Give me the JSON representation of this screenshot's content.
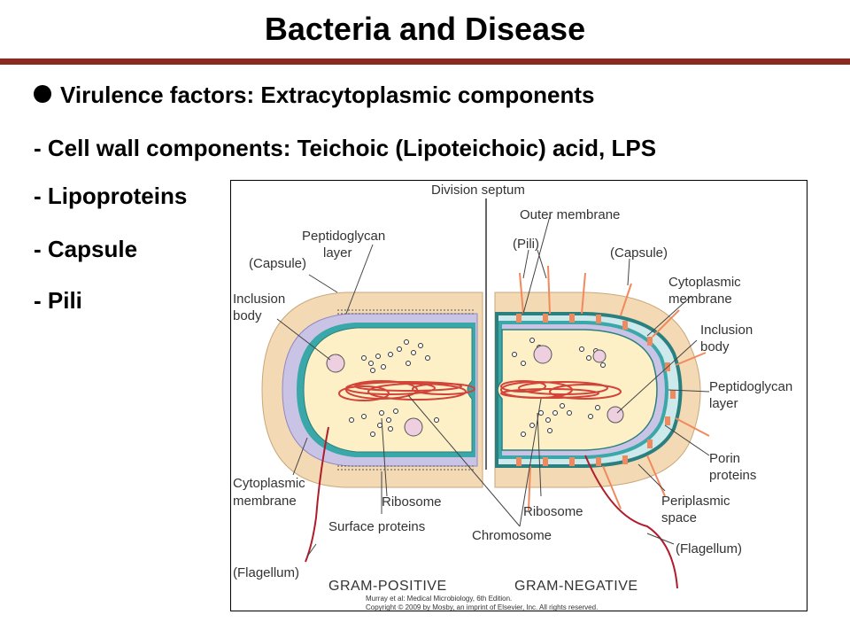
{
  "title": "Bacteria and Disease",
  "heading": "Virulence factors: Extracytoplasmic components",
  "items": [
    "- Cell wall components: Teichoic (Lipoteichoic) acid, LPS",
    "- Lipoproteins",
    "- Capsule",
    "- Pili"
  ],
  "colors": {
    "title_rule": "#8b2a1f",
    "capsule": "#f4d9b5",
    "peptidoglycan": "#c9c4e6",
    "membrane": "#3aa8a8",
    "cytoplasm": "#fdf0c6",
    "chromosome": "#d2443a"
  },
  "figure": {
    "labels": {
      "division_septum": "Division septum",
      "outer_membrane": "Outer membrane",
      "pili": "(Pili)",
      "capsule_right": "(Capsule)",
      "peptidoglycan_left_1": "Peptidoglycan",
      "peptidoglycan_left_2": "layer",
      "capsule_left": "(Capsule)",
      "inclusion_left_1": "Inclusion",
      "inclusion_left_2": "body",
      "cytoplasmic_right_1": "Cytoplasmic",
      "cytoplasmic_right_2": "membrane",
      "inclusion_right_1": "Inclusion",
      "inclusion_right_2": "body",
      "peptidoglycan_right_1": "Peptidoglycan",
      "peptidoglycan_right_2": "layer",
      "porin_1": "Porin",
      "porin_2": "proteins",
      "cytoplasmic_left_1": "Cytoplasmic",
      "cytoplasmic_left_2": "membrane",
      "ribosome_left": "Ribosome",
      "ribosome_right": "Ribosome",
      "periplasmic_1": "Periplasmic",
      "periplasmic_2": "space",
      "surface_proteins": "Surface proteins",
      "chromosome": "Chromosome",
      "flagellum_left": "(Flagellum)",
      "flagellum_right": "(Flagellum)",
      "gram_positive": "GRAM-POSITIVE",
      "gram_negative": "GRAM-NEGATIVE"
    },
    "credit": [
      "Murray et al: Medical Microbiology, 6th Edition.",
      "Copyright © 2009 by Mosby, an imprint of Elsevier, Inc. All rights reserved."
    ]
  }
}
